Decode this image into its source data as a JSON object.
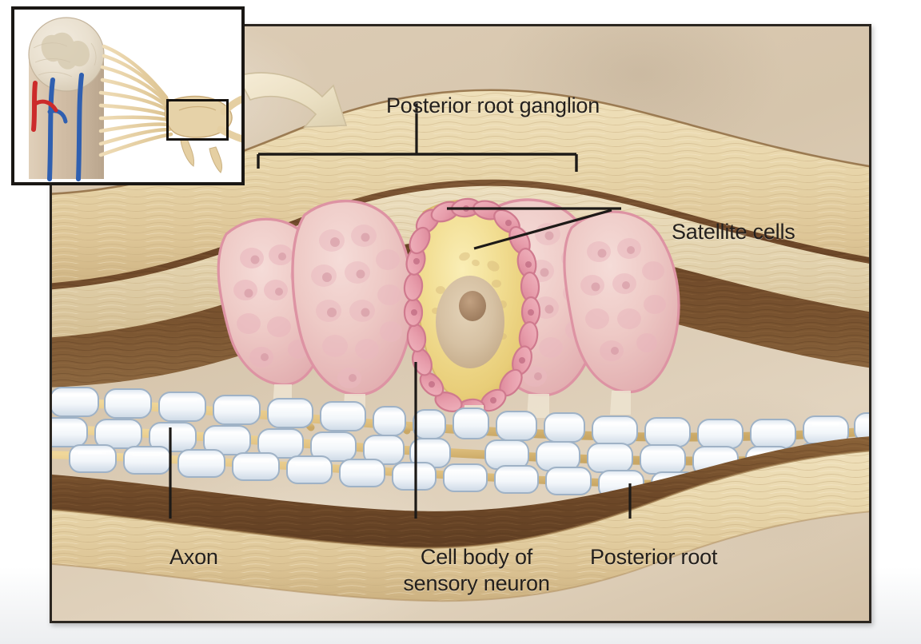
{
  "figure": {
    "title_visible": false,
    "subject": "Posterior (dorsal) root ganglion histology",
    "background_color": "#d9c9b1",
    "border_color": "#2b2620"
  },
  "labels": {
    "posterior_root_ganglion": "Posterior root ganglion",
    "satellite_cells": "Satellite cells",
    "axon": "Axon",
    "cell_body_line1": "Cell body of",
    "cell_body_line2": "sensory neuron",
    "posterior_root": "Posterior root"
  },
  "leaders": {
    "bracket_name": "ganglion-extent-bracket",
    "ganglion_leader": "vertical-leader-line",
    "satellite_leader_horizontal": "horizontal-leader-line",
    "satellite_leader_diagonal": "diagonal-leader-line",
    "axon_leader": "vertical-leader-line",
    "cell_body_leader": "vertical-leader-line",
    "posterior_root_leader": "vertical-leader-line"
  },
  "colors": {
    "parchment": "#d9c9b1",
    "connective_tissue_light": "#e8d7ae",
    "connective_tissue_dark": "#8a6a46",
    "brown_band": "#6e4a2c",
    "satellite_cell_pink": "#e8a8b8",
    "satellite_cell_fill": "#efc9cc",
    "neuron_cytoplasm": "#f2dc95",
    "neuron_nucleus": "#d8c3a8",
    "neuron_nucleolus": "#a8866a",
    "myelin_white": "#f4f6f8",
    "myelin_outline": "#a8b6c8",
    "axon_fiber": "#e6cb88",
    "label_text": "#231f1c",
    "arrow_cream": "#efe2c6",
    "inset_border": "#1a1714"
  },
  "inset": {
    "name": "spinal-cord-orientation-inset",
    "description": "Spinal cord segment with nerve rootlets, artery and veins; black rectangle marks the region of interest magnified in the main panel",
    "artery_color": "#cc2b2b",
    "vein_color": "#2f5fb0",
    "cord_color": "#e6dcc8",
    "roi_box_label": "region-of-interest-box"
  },
  "anatomy": {
    "structures": [
      {
        "name": "posterior-root-ganglion",
        "type": "ganglion"
      },
      {
        "name": "satellite-cells",
        "type": "glial-cell-ring"
      },
      {
        "name": "sensory-neuron-cell-body",
        "type": "pseudounipolar-neuron-soma"
      },
      {
        "name": "myelinated-axons",
        "type": "nerve-fibers"
      },
      {
        "name": "posterior-root",
        "type": "nerve-root"
      },
      {
        "name": "epineurium",
        "type": "connective-tissue"
      }
    ],
    "ganglion_cell_clusters": 4,
    "myelin_segment_rows": 3
  },
  "arrow": {
    "name": "magnification-arrow",
    "direction": "down-right"
  }
}
